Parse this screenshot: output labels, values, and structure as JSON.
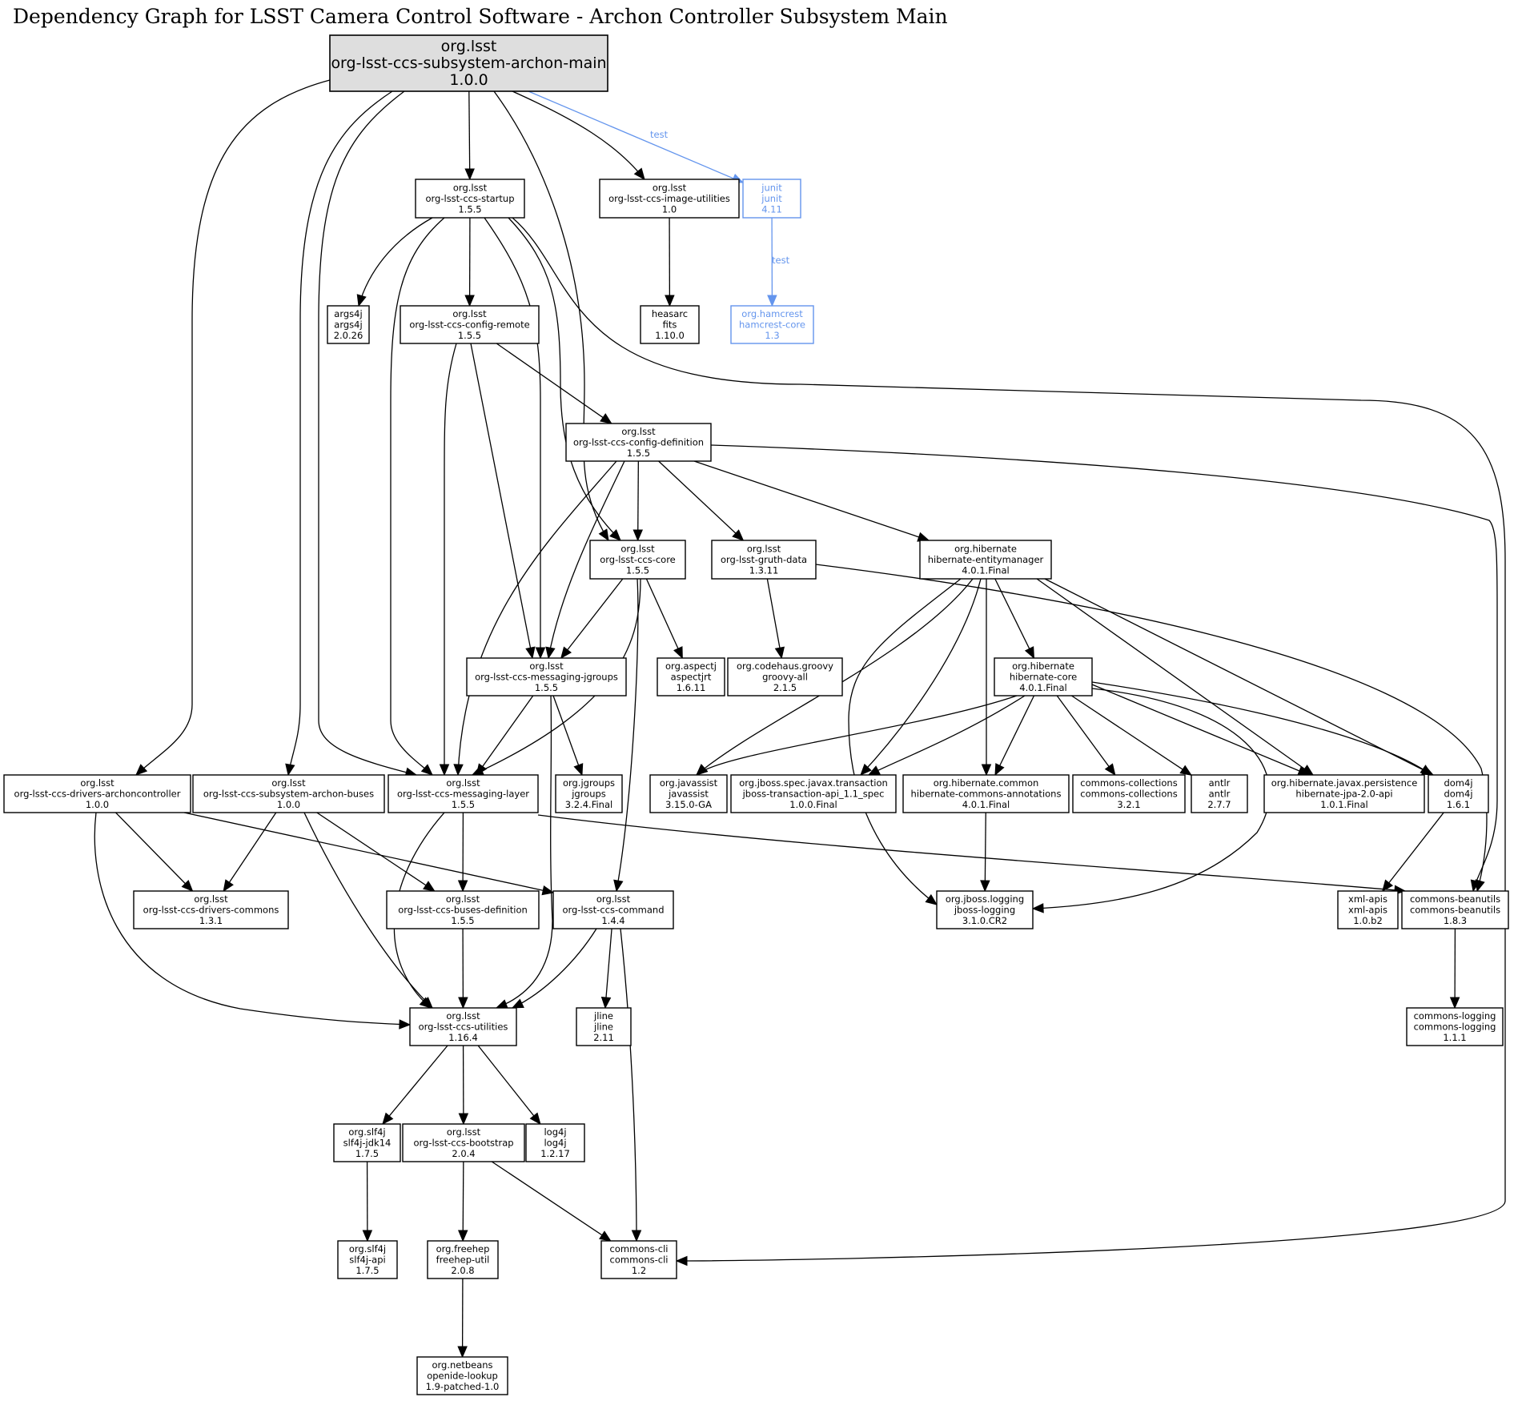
{
  "title": "Dependency Graph for LSST Camera Control Software - Archon Controller Subsystem Main",
  "colors": {
    "test": "#6495ed",
    "root_fill": "#dedede",
    "default": "#000000"
  },
  "nodes": [
    {
      "id": "main",
      "group": "org.lsst",
      "artifact": "org-lsst-ccs-subsystem-archon-main",
      "version": "1.0.0",
      "kind": "root"
    },
    {
      "id": "startup",
      "group": "org.lsst",
      "artifact": "org-lsst-ccs-startup",
      "version": "1.5.5"
    },
    {
      "id": "image-utilities",
      "group": "org.lsst",
      "artifact": "org-lsst-ccs-image-utilities",
      "version": "1.0"
    },
    {
      "id": "junit",
      "group": "junit",
      "artifact": "junit",
      "version": "4.11",
      "kind": "test"
    },
    {
      "id": "args4j",
      "group": "args4j",
      "artifact": "args4j",
      "version": "2.0.26"
    },
    {
      "id": "config-remote",
      "group": "org.lsst",
      "artifact": "org-lsst-ccs-config-remote",
      "version": "1.5.5"
    },
    {
      "id": "heasarc",
      "group": "heasarc",
      "artifact": "fits",
      "version": "1.10.0"
    },
    {
      "id": "hamcrest",
      "group": "org.hamcrest",
      "artifact": "hamcrest-core",
      "version": "1.3",
      "kind": "test"
    },
    {
      "id": "config-definition",
      "group": "org.lsst",
      "artifact": "org-lsst-ccs-config-definition",
      "version": "1.5.5"
    },
    {
      "id": "core",
      "group": "org.lsst",
      "artifact": "org-lsst-ccs-core",
      "version": "1.5.5"
    },
    {
      "id": "gruth-data",
      "group": "org.lsst",
      "artifact": "org-lsst-gruth-data",
      "version": "1.3.11"
    },
    {
      "id": "entitymanager",
      "group": "org.hibernate",
      "artifact": "hibernate-entitymanager",
      "version": "4.0.1.Final"
    },
    {
      "id": "messaging-jgroups",
      "group": "org.lsst",
      "artifact": "org-lsst-ccs-messaging-jgroups",
      "version": "1.5.5"
    },
    {
      "id": "aspectj",
      "group": "org.aspectj",
      "artifact": "aspectjrt",
      "version": "1.6.11"
    },
    {
      "id": "groovy",
      "group": "org.codehaus.groovy",
      "artifact": "groovy-all",
      "version": "2.1.5"
    },
    {
      "id": "hibernate-core",
      "group": "org.hibernate",
      "artifact": "hibernate-core",
      "version": "4.0.1.Final"
    },
    {
      "id": "archoncontroller",
      "group": "org.lsst",
      "artifact": "org-lsst-ccs-drivers-archoncontroller",
      "version": "1.0.0"
    },
    {
      "id": "archon-buses",
      "group": "org.lsst",
      "artifact": "org-lsst-ccs-subsystem-archon-buses",
      "version": "1.0.0"
    },
    {
      "id": "messaging-layer",
      "group": "org.lsst",
      "artifact": "org-lsst-ccs-messaging-layer",
      "version": "1.5.5"
    },
    {
      "id": "jgroups",
      "group": "org.jgroups",
      "artifact": "jgroups",
      "version": "3.2.4.Final"
    },
    {
      "id": "javassist",
      "group": "org.javassist",
      "artifact": "javassist",
      "version": "3.15.0-GA"
    },
    {
      "id": "jboss-transaction",
      "group": "org.jboss.spec.javax.transaction",
      "artifact": "jboss-transaction-api_1.1_spec",
      "version": "1.0.0.Final"
    },
    {
      "id": "hib-annotations",
      "group": "org.hibernate.common",
      "artifact": "hibernate-commons-annotations",
      "version": "4.0.1.Final"
    },
    {
      "id": "commons-collections",
      "group": "commons-collections",
      "artifact": "commons-collections",
      "version": "3.2.1"
    },
    {
      "id": "antlr",
      "group": "antlr",
      "artifact": "antlr",
      "version": "2.7.7"
    },
    {
      "id": "jpa",
      "group": "org.hibernate.javax.persistence",
      "artifact": "hibernate-jpa-2.0-api",
      "version": "1.0.1.Final"
    },
    {
      "id": "dom4j",
      "group": "dom4j",
      "artifact": "dom4j",
      "version": "1.6.1"
    },
    {
      "id": "drivers-commons",
      "group": "org.lsst",
      "artifact": "org-lsst-ccs-drivers-commons",
      "version": "1.3.1"
    },
    {
      "id": "buses-definition",
      "group": "org.lsst",
      "artifact": "org-lsst-ccs-buses-definition",
      "version": "1.5.5"
    },
    {
      "id": "command",
      "group": "org.lsst",
      "artifact": "org-lsst-ccs-command",
      "version": "1.4.4"
    },
    {
      "id": "jboss-logging",
      "group": "org.jboss.logging",
      "artifact": "jboss-logging",
      "version": "3.1.0.CR2"
    },
    {
      "id": "xml-apis",
      "group": "xml-apis",
      "artifact": "xml-apis",
      "version": "1.0.b2"
    },
    {
      "id": "beanutils",
      "group": "commons-beanutils",
      "artifact": "commons-beanutils",
      "version": "1.8.3"
    },
    {
      "id": "utilities",
      "group": "org.lsst",
      "artifact": "org-lsst-ccs-utilities",
      "version": "1.16.4"
    },
    {
      "id": "jline",
      "group": "jline",
      "artifact": "jline",
      "version": "2.11"
    },
    {
      "id": "commons-logging",
      "group": "commons-logging",
      "artifact": "commons-logging",
      "version": "1.1.1"
    },
    {
      "id": "slf4j-jdk14",
      "group": "org.slf4j",
      "artifact": "slf4j-jdk14",
      "version": "1.7.5"
    },
    {
      "id": "bootstrap",
      "group": "org.lsst",
      "artifact": "org-lsst-ccs-bootstrap",
      "version": "2.0.4"
    },
    {
      "id": "log4j",
      "group": "log4j",
      "artifact": "log4j",
      "version": "1.2.17"
    },
    {
      "id": "slf4j-api",
      "group": "org.slf4j",
      "artifact": "slf4j-api",
      "version": "1.7.5"
    },
    {
      "id": "freehep",
      "group": "org.freehep",
      "artifact": "freehep-util",
      "version": "2.0.8"
    },
    {
      "id": "commons-cli",
      "group": "commons-cli",
      "artifact": "commons-cli",
      "version": "1.2"
    },
    {
      "id": "netbeans",
      "group": "org.netbeans",
      "artifact": "openide-lookup",
      "version": "1.9-patched-1.0"
    }
  ],
  "edges": [
    {
      "from": "main",
      "to": "archoncontroller"
    },
    {
      "from": "main",
      "to": "archon-buses"
    },
    {
      "from": "main",
      "to": "messaging-layer"
    },
    {
      "from": "main",
      "to": "startup"
    },
    {
      "from": "main",
      "to": "core"
    },
    {
      "from": "main",
      "to": "image-utilities"
    },
    {
      "from": "main",
      "to": "junit",
      "label": "test",
      "scope": "test"
    },
    {
      "from": "junit",
      "to": "hamcrest",
      "label": "test",
      "scope": "test"
    },
    {
      "from": "image-utilities",
      "to": "heasarc"
    },
    {
      "from": "startup",
      "to": "args4j"
    },
    {
      "from": "startup",
      "to": "messaging-layer"
    },
    {
      "from": "startup",
      "to": "config-remote"
    },
    {
      "from": "startup",
      "to": "messaging-jgroups"
    },
    {
      "from": "startup",
      "to": "core"
    },
    {
      "from": "startup",
      "to": "commons-cli"
    },
    {
      "from": "config-remote",
      "to": "messaging-layer"
    },
    {
      "from": "config-remote",
      "to": "messaging-jgroups"
    },
    {
      "from": "config-remote",
      "to": "config-definition"
    },
    {
      "from": "config-definition",
      "to": "messaging-layer"
    },
    {
      "from": "config-definition",
      "to": "messaging-jgroups"
    },
    {
      "from": "config-definition",
      "to": "core"
    },
    {
      "from": "config-definition",
      "to": "gruth-data"
    },
    {
      "from": "config-definition",
      "to": "entitymanager"
    },
    {
      "from": "config-definition",
      "to": "beanutils"
    },
    {
      "from": "core",
      "to": "messaging-jgroups"
    },
    {
      "from": "core",
      "to": "aspectj"
    },
    {
      "from": "core",
      "to": "messaging-layer"
    },
    {
      "from": "core",
      "to": "command"
    },
    {
      "from": "gruth-data",
      "to": "groovy"
    },
    {
      "from": "gruth-data",
      "to": "beanutils"
    },
    {
      "from": "entitymanager",
      "to": "jboss-logging"
    },
    {
      "from": "entitymanager",
      "to": "javassist"
    },
    {
      "from": "entitymanager",
      "to": "jboss-transaction"
    },
    {
      "from": "entitymanager",
      "to": "hib-annotations"
    },
    {
      "from": "entitymanager",
      "to": "hibernate-core"
    },
    {
      "from": "entitymanager",
      "to": "jpa"
    },
    {
      "from": "entitymanager",
      "to": "dom4j"
    },
    {
      "from": "messaging-jgroups",
      "to": "messaging-layer"
    },
    {
      "from": "messaging-jgroups",
      "to": "jgroups"
    },
    {
      "from": "messaging-jgroups",
      "to": "utilities"
    },
    {
      "from": "hibernate-core",
      "to": "javassist"
    },
    {
      "from": "hibernate-core",
      "to": "jboss-transaction"
    },
    {
      "from": "hibernate-core",
      "to": "hib-annotations"
    },
    {
      "from": "hibernate-core",
      "to": "commons-collections"
    },
    {
      "from": "hibernate-core",
      "to": "antlr"
    },
    {
      "from": "hibernate-core",
      "to": "jpa"
    },
    {
      "from": "hibernate-core",
      "to": "dom4j"
    },
    {
      "from": "hibernate-core",
      "to": "jboss-logging"
    },
    {
      "from": "archoncontroller",
      "to": "utilities"
    },
    {
      "from": "archoncontroller",
      "to": "drivers-commons"
    },
    {
      "from": "archoncontroller",
      "to": "command"
    },
    {
      "from": "archon-buses",
      "to": "drivers-commons"
    },
    {
      "from": "archon-buses",
      "to": "utilities"
    },
    {
      "from": "archon-buses",
      "to": "buses-definition"
    },
    {
      "from": "messaging-layer",
      "to": "utilities"
    },
    {
      "from": "messaging-layer",
      "to": "buses-definition"
    },
    {
      "from": "messaging-layer",
      "to": "beanutils"
    },
    {
      "from": "hib-annotations",
      "to": "jboss-logging"
    },
    {
      "from": "dom4j",
      "to": "xml-apis"
    },
    {
      "from": "buses-definition",
      "to": "utilities"
    },
    {
      "from": "command",
      "to": "utilities"
    },
    {
      "from": "command",
      "to": "jline"
    },
    {
      "from": "command",
      "to": "commons-cli"
    },
    {
      "from": "beanutils",
      "to": "commons-logging"
    },
    {
      "from": "utilities",
      "to": "slf4j-jdk14"
    },
    {
      "from": "utilities",
      "to": "bootstrap"
    },
    {
      "from": "utilities",
      "to": "log4j"
    },
    {
      "from": "slf4j-jdk14",
      "to": "slf4j-api"
    },
    {
      "from": "bootstrap",
      "to": "freehep"
    },
    {
      "from": "bootstrap",
      "to": "commons-cli"
    },
    {
      "from": "freehep",
      "to": "netbeans"
    }
  ]
}
